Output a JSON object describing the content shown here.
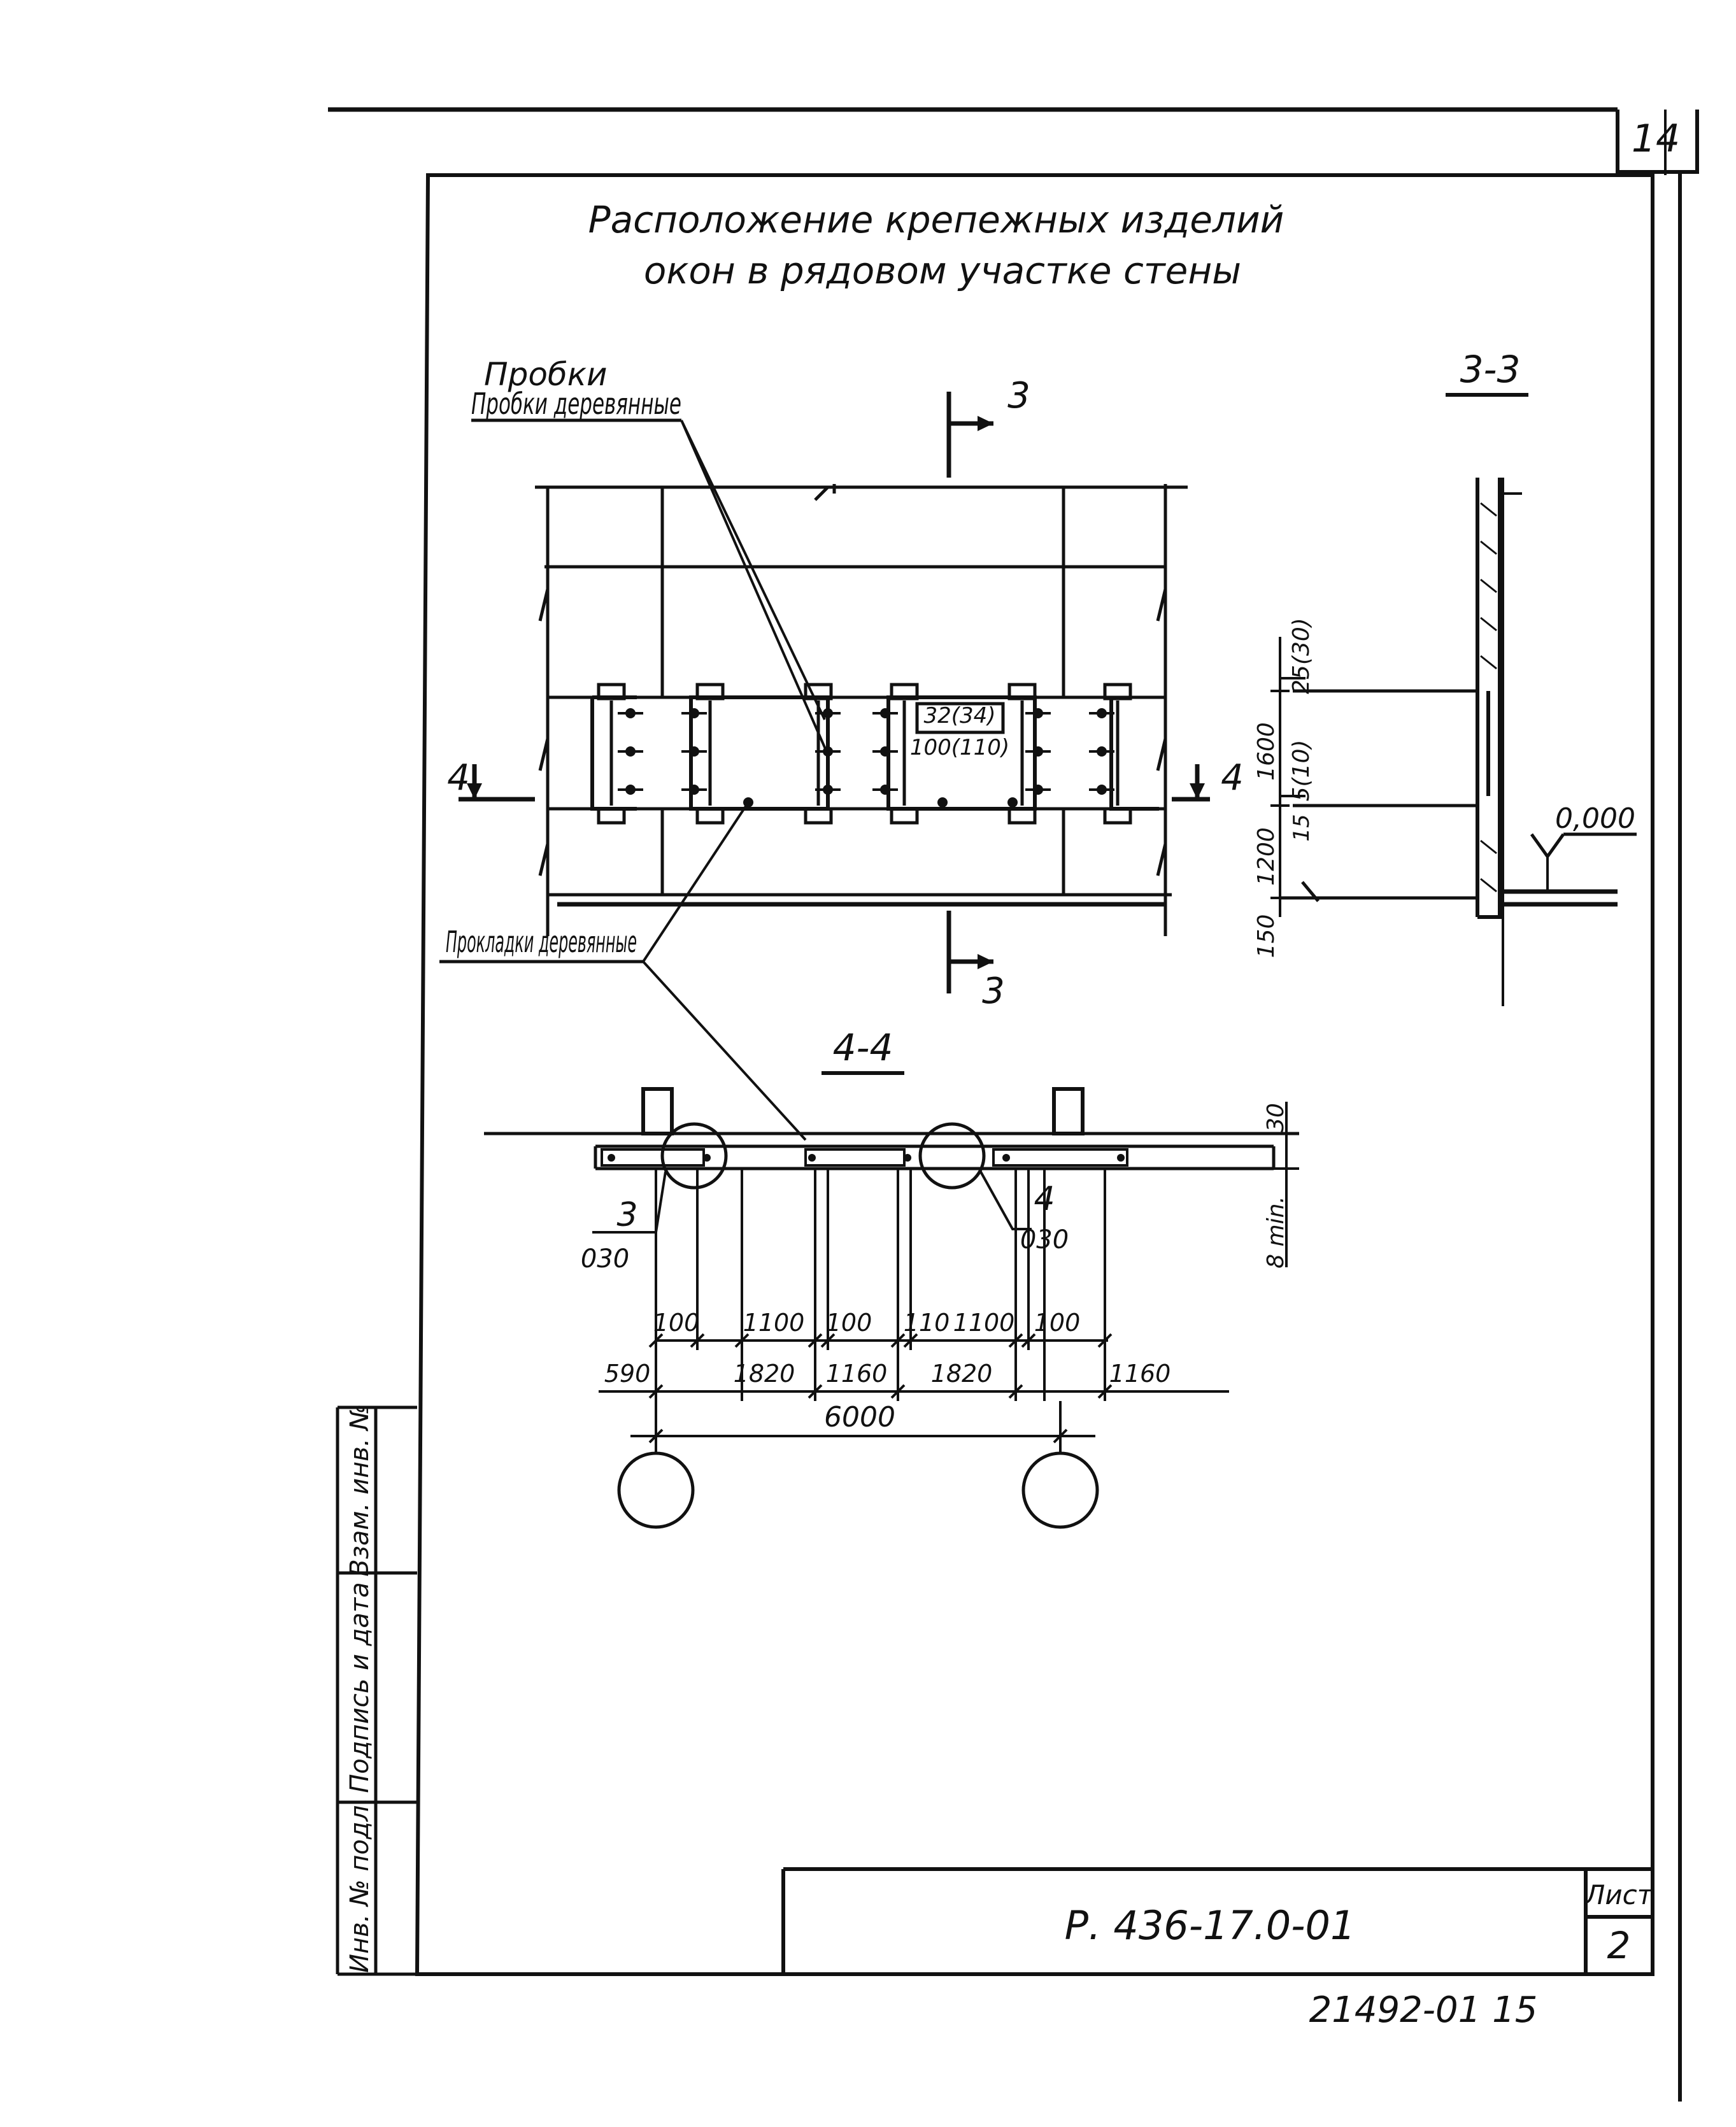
{
  "sheet": {
    "page_number": "14",
    "title_line_1": "Расположение крепежных изделий",
    "title_line_2": "окон в рядовом участке стены",
    "document_code": "Р. 436-17.0-01",
    "sheet_label": "Лист",
    "sheet_number": "2",
    "inventory_number": "21492-01 15"
  },
  "side_stamp": {
    "inv_original": "Инв. № подл.",
    "signature_date": "Подпись и дата",
    "replaces_inv": "Взам. инв. №"
  },
  "plan": {
    "callout_top": "Пробки деревянные",
    "callout_bottom": "Прокладки деревянные",
    "section_3_top": "3",
    "section_3_bottom": "3",
    "section_4_left": "4",
    "section_4_right": "4",
    "dim_label_a": "32(34)",
    "dim_label_b": "100(110)"
  },
  "section_3_3": {
    "title": "3-3",
    "dim_top": "25(30)",
    "dim_middle": "5(10)",
    "dim_small": "15",
    "dim_height_1": "1600",
    "dim_height_2": "1200",
    "dim_height_3": "150",
    "level_mark": "0,000"
  },
  "section_4_4": {
    "title": "4-4",
    "dim_thickness": "30",
    "dim_min": "8 min.",
    "node_left": "3",
    "node_left_sheet": "030",
    "node_right": "4",
    "node_right_sheet": "030",
    "dims_row_1": [
      "100",
      "1100",
      "100",
      "110",
      "1100",
      "100"
    ],
    "dims_row_2": [
      "590",
      "1820",
      "1160",
      "1820",
      "1160"
    ],
    "dim_total": "6000"
  }
}
